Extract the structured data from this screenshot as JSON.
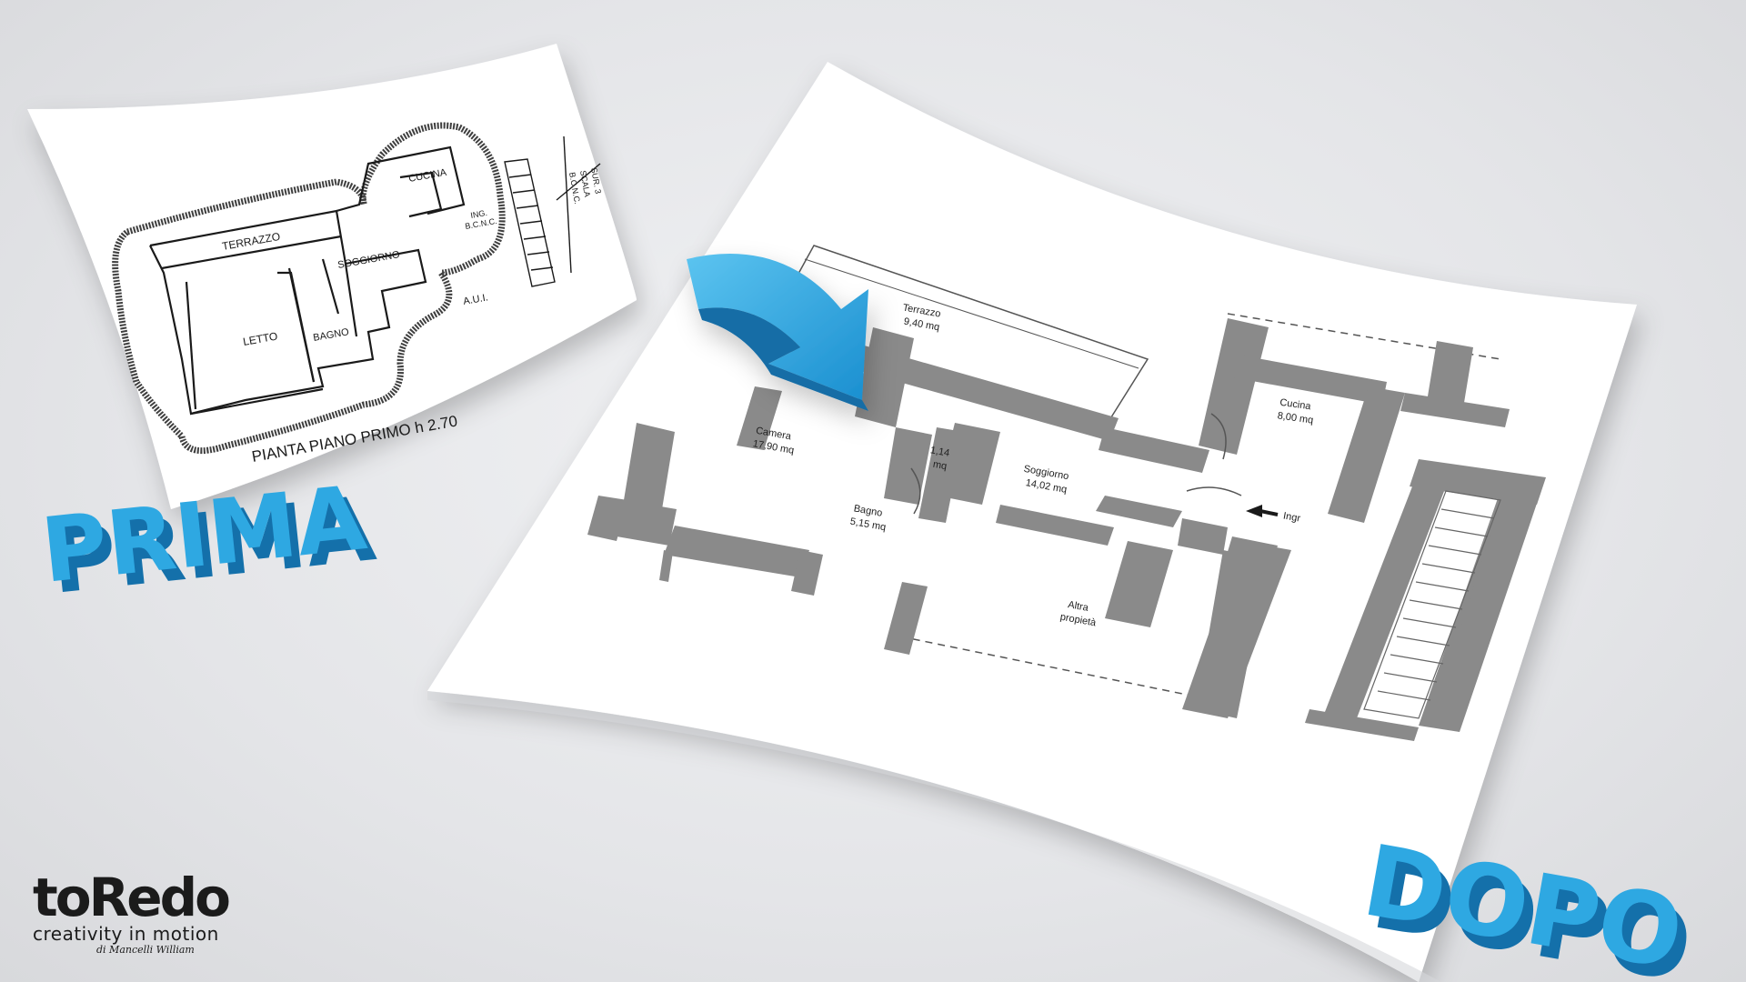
{
  "old_plan": {
    "rooms": {
      "terrazzo": "TERRAZZO",
      "soggiorno": "SOGGIORNO",
      "cucina": "CUCINA",
      "letto": "LETTO",
      "bagno": "BAGNO",
      "aui": "A.U.I.",
      "ing_line1": "ING.",
      "ing_line2": "B.C.N.C.",
      "sur_line1": "SUR. 3",
      "sur_line2": "SCALA",
      "sur_line3": "B.C.N.C."
    },
    "caption": "PIANTA PIANO PRIMO h 2.70"
  },
  "new_plan": {
    "rooms": [
      {
        "id": "terrazzo",
        "name": "Terrazzo",
        "area": "9,40 mq"
      },
      {
        "id": "cucina",
        "name": "Cucina",
        "area": "8,00 mq"
      },
      {
        "id": "camera",
        "name": "Camera",
        "area": "17,90 mq"
      },
      {
        "id": "wc",
        "name": "1,14",
        "area": "mq"
      },
      {
        "id": "soggiorno",
        "name": "Soggiorno",
        "area": "14,02 mq"
      },
      {
        "id": "bagno",
        "name": "Bagno",
        "area": "5,15 mq"
      },
      {
        "id": "altra",
        "name": "Altra",
        "area": "propietà"
      }
    ],
    "entrance_label": "Ingr"
  },
  "labels": {
    "before": "PRIMA",
    "after": "DOPO"
  },
  "logo": {
    "name": "toRedo",
    "tagline": "creativity in motion",
    "signature": "di Mancelli William"
  },
  "colors": {
    "accent": "#2ba6e0",
    "accent_dark": "#1878b4",
    "wall": "#8a8a8a",
    "ink": "#1a1a1a"
  }
}
